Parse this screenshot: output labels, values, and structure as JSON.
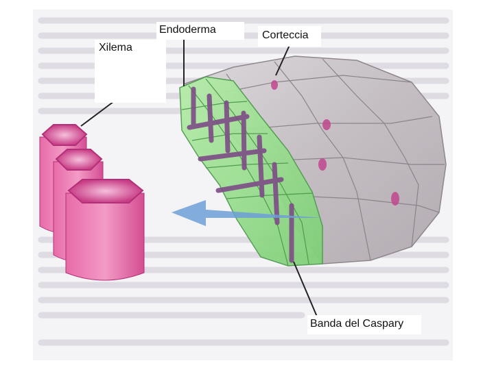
{
  "diagram": {
    "labels": {
      "endoderma": "Endoderma",
      "corteccia": "Corteccia",
      "xilema": "Xilema",
      "banda_caspary": "Banda del Caspary"
    },
    "colors": {
      "background_text": "#d8d6dd",
      "xylem_pink": "#e0589e",
      "xylem_dark": "#b23078",
      "endodermis_green": "#8fd784",
      "endodermis_dark": "#5fae5a",
      "cortex_gray": "#c9c3c7",
      "cortex_line": "#7f7a80",
      "caspary_purple": "#7d4d86",
      "arrow_blue": "#6c9fd6",
      "nucleus_magenta": "#c1468e"
    }
  }
}
